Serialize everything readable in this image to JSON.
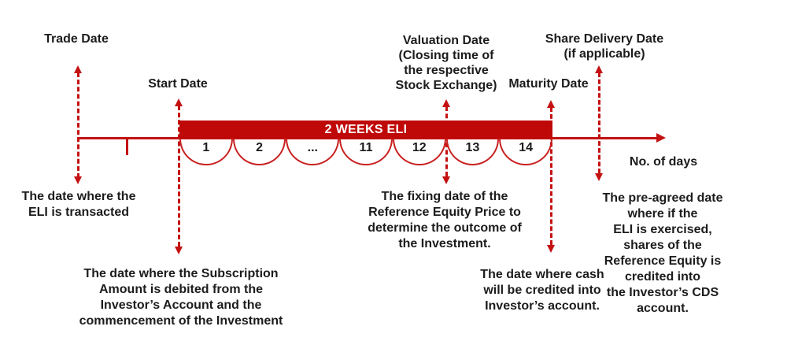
{
  "diagram": {
    "title_hint": "Equity Linked Investment (ELI) 2-week timeline",
    "bar_label": "2 WEEKS ELI",
    "axis_label": "No. of days",
    "days": [
      "1",
      "2",
      "...",
      "11",
      "12",
      "13",
      "14"
    ],
    "colors": {
      "bar_red": "#bf0808",
      "line_red": "#c41212",
      "arc_red": "#c8201f",
      "text": "#1c1c1c",
      "bar_text": "#ffffff"
    },
    "milestones": {
      "trade": {
        "label": "Trade Date",
        "description": "The date where the\nELI is transacted"
      },
      "start": {
        "label": "Start Date",
        "description": "The date where the Subscription\nAmount is debited from the\nInvestor’s Account and the\ncommencement of the Investment"
      },
      "valuation": {
        "label": "Valuation Date\n(Closing time of\nthe respective\nStock Exchange)",
        "description": "The fixing date of the\nReference Equity Price to\ndetermine the outcome of\nthe Investment."
      },
      "maturity": {
        "label": "Maturity Date",
        "description": "The date where cash\nwill be credited into\nInvestor’s account."
      },
      "share_delivery": {
        "label": "Share Delivery Date\n(if applicable)",
        "description": "The pre-agreed date where if the\nELI is exercised, shares of the\nReference Equity is credited into\nthe Investor’s CDS account."
      }
    }
  }
}
